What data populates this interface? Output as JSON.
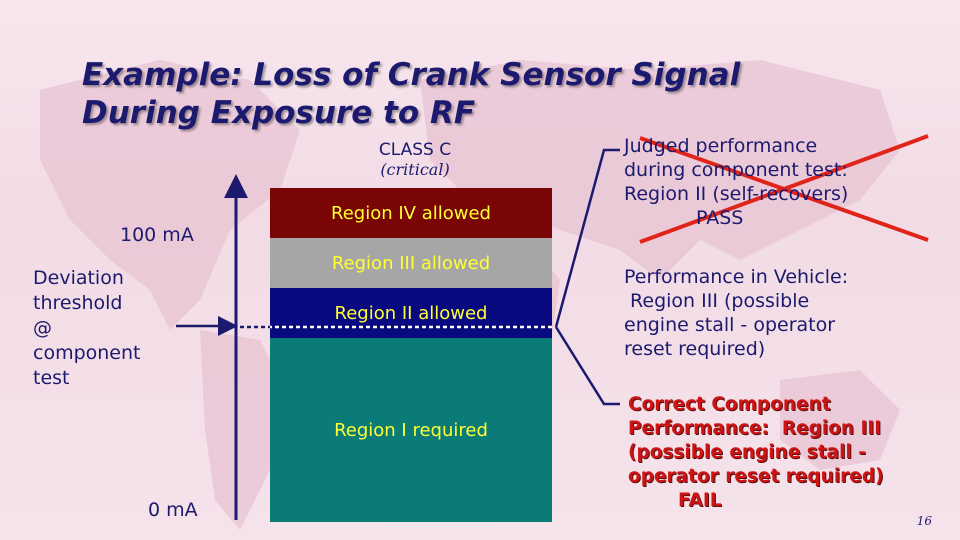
{
  "slide": {
    "title_line1": "Example:  Loss of Crank Sensor Signal",
    "title_line2": "During Exposure to RF",
    "page_number": "16"
  },
  "chart": {
    "class_label": "CLASS C",
    "class_sublabel": "(critical)",
    "y_top_label": "100 mA",
    "y_bottom_label": "0 mA",
    "deviation_lines": [
      "Deviation",
      "threshold",
      "@",
      "component",
      "test"
    ],
    "bands": [
      {
        "label": "Region IV allowed",
        "color": "#7a0505"
      },
      {
        "label": "Region III allowed",
        "color": "#a6a6a6"
      },
      {
        "label": "Region II allowed",
        "color": "#0a0a80"
      },
      {
        "label": "Region I required",
        "color": "#0b7b78"
      }
    ]
  },
  "notes": {
    "judged": {
      "lines": [
        "Judged performance",
        "during component test:",
        "Region II (self-recovers)"
      ],
      "result": "PASS",
      "crossed_out": true
    },
    "vehicle": {
      "lines": [
        "Performance in Vehicle:",
        " Region III (possible",
        "engine stall - operator",
        "reset required)"
      ]
    },
    "correct": {
      "lines": [
        "Correct Component",
        "Performance:  Region III",
        "(possible engine stall -",
        "operator reset required)"
      ],
      "result": "FAIL",
      "color": "#cc1414"
    }
  }
}
